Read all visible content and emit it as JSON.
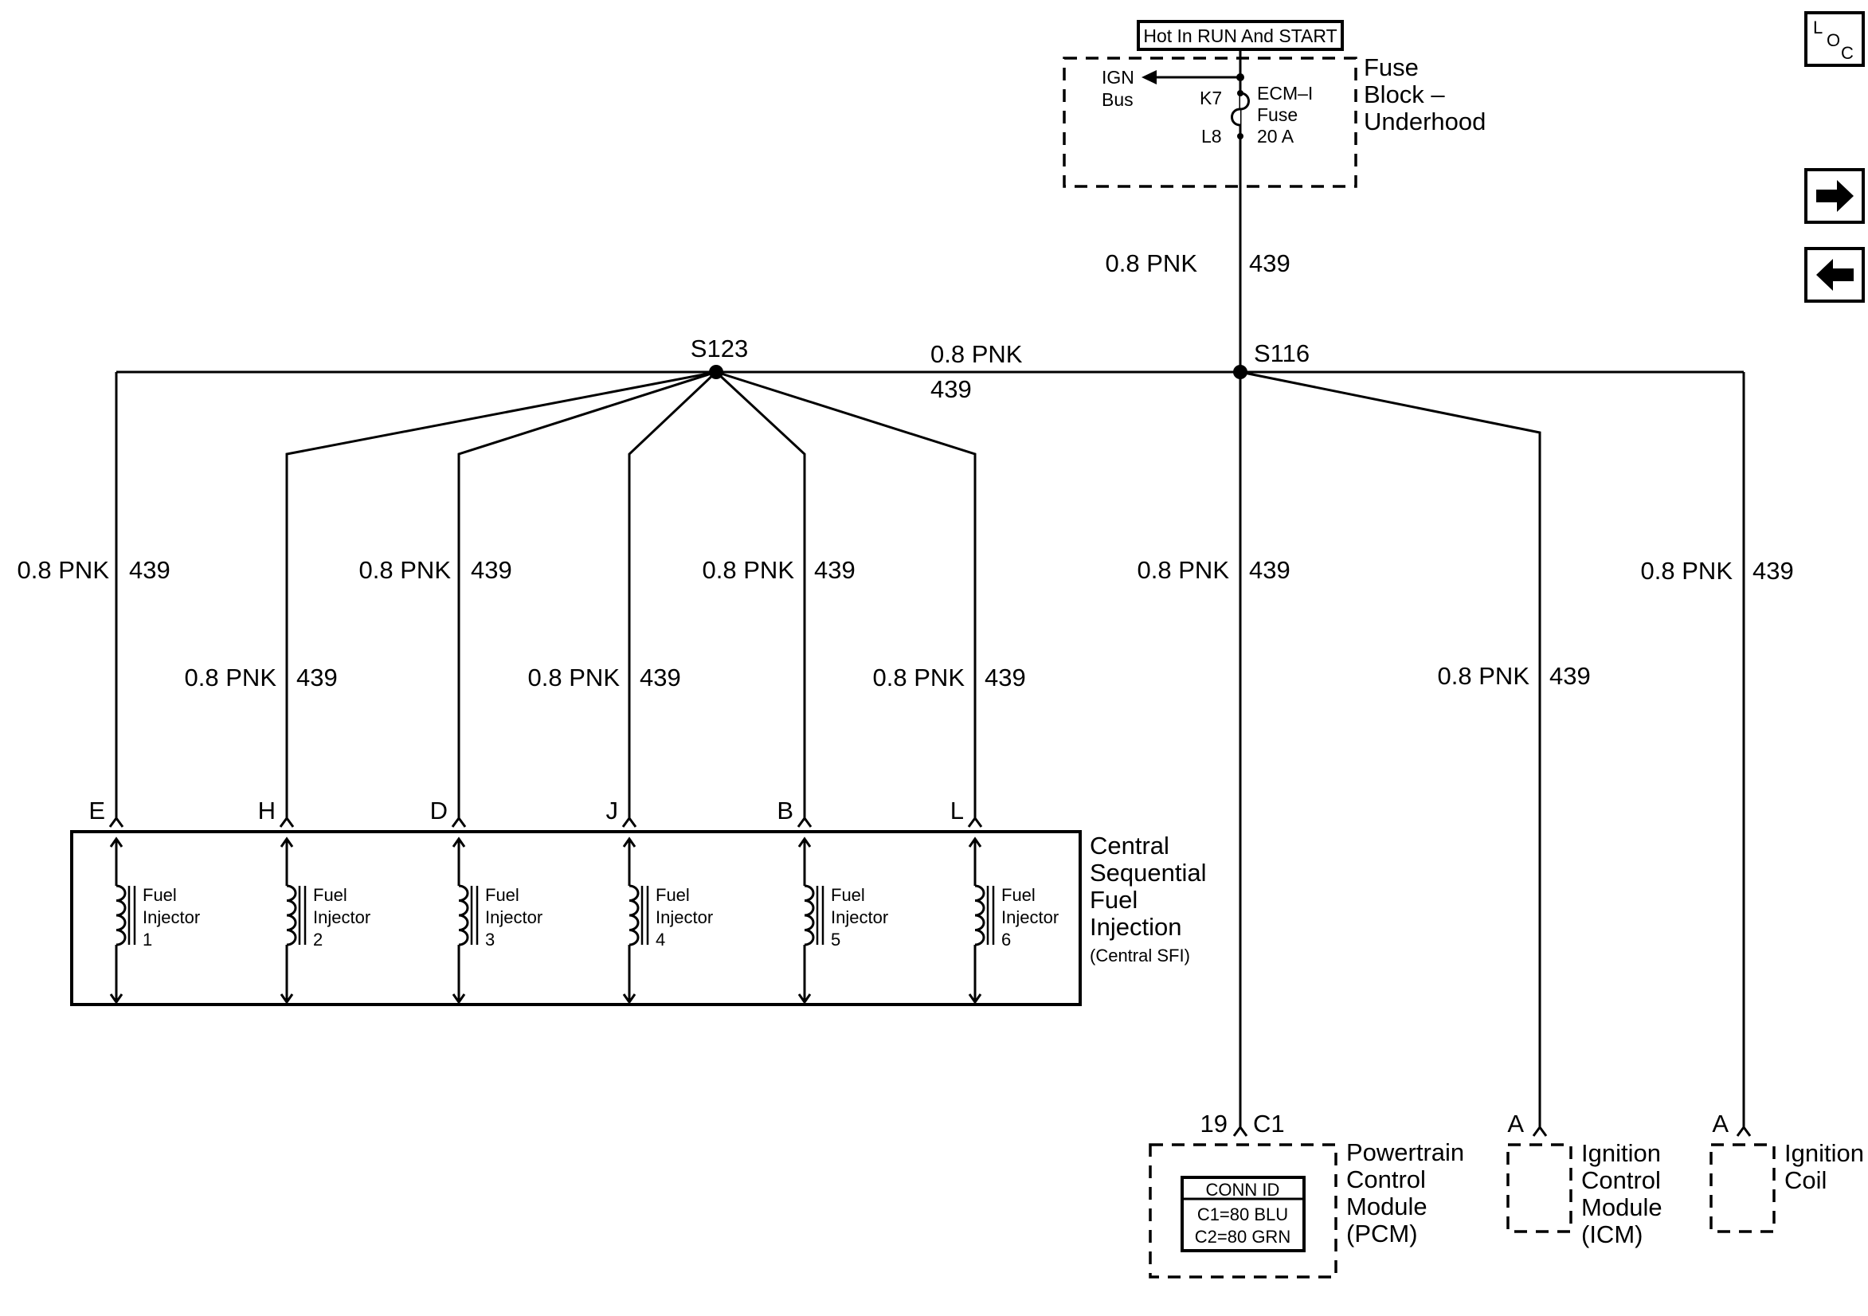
{
  "power_source": {
    "label": "Hot In RUN And START"
  },
  "fuse_block": {
    "name_line1": "Fuse",
    "name_line2": "Block –",
    "name_line3": "Underhood",
    "ign_line1": "IGN",
    "ign_line2": "Bus",
    "terminal_in": "K7",
    "terminal_out": "L8",
    "fuse_line1": "ECM–I",
    "fuse_line2": "Fuse",
    "fuse_line3": "20 A"
  },
  "wire": {
    "size_color": "0.8 PNK",
    "circuit": "439"
  },
  "splices": {
    "left": "S123",
    "right": "S116"
  },
  "injector_module": {
    "name_line1": "Central",
    "name_line2": "Sequential",
    "name_line3": "Fuel",
    "name_line4": "Injection",
    "name_line5": "(Central SFI)"
  },
  "injectors": [
    {
      "pin": "E",
      "line1": "Fuel",
      "line2": "Injector",
      "number": "1"
    },
    {
      "pin": "H",
      "line1": "Fuel",
      "line2": "Injector",
      "number": "2"
    },
    {
      "pin": "D",
      "line1": "Fuel",
      "line2": "Injector",
      "number": "3"
    },
    {
      "pin": "J",
      "line1": "Fuel",
      "line2": "Injector",
      "number": "4"
    },
    {
      "pin": "B",
      "line1": "Fuel",
      "line2": "Injector",
      "number": "5"
    },
    {
      "pin": "L",
      "line1": "Fuel",
      "line2": "Injector",
      "number": "6"
    }
  ],
  "pcm": {
    "pin": "19",
    "connector": "C1",
    "name_line1": "Powertrain",
    "name_line2": "Control",
    "name_line3": "Module",
    "name_line4": "(PCM)",
    "conn_id_title": "CONN ID",
    "conn_id_c1": "C1=80 BLU",
    "conn_id_c2": "C2=80 GRN"
  },
  "icm": {
    "pin": "A",
    "name_line1": "Ignition",
    "name_line2": "Control",
    "name_line3": "Module",
    "name_line4": "(ICM)"
  },
  "coil": {
    "pin": "A",
    "name_line1": "Ignition",
    "name_line2": "Coil"
  },
  "nav": {
    "loc_l": "L",
    "loc_o": "O",
    "loc_c": "C",
    "next_icon": "arrow-right-icon",
    "prev_icon": "arrow-left-icon"
  }
}
